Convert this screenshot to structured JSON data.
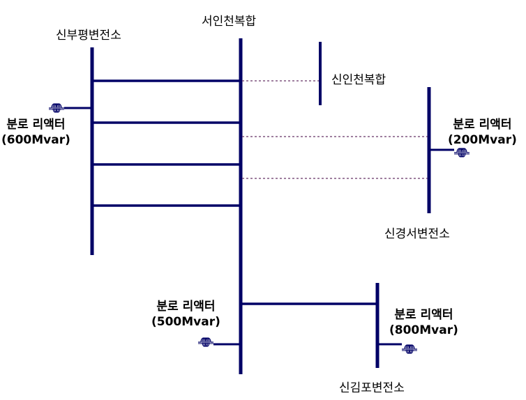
{
  "colors": {
    "bus": "#000066",
    "planned": "#663366",
    "text": "#000000"
  },
  "substations": {
    "sinbupyeong": "신부평변전소",
    "seoincheon": "서인천복합",
    "sinincheon": "신인천복합",
    "singyeongseo": "신경서변전소",
    "singimpo": "신김포변전소"
  },
  "reactors": {
    "r600": {
      "name": "분로 리액터",
      "rating": "(600Mvar)"
    },
    "r200": {
      "name": "분로 리액터",
      "rating": "(200Mvar)"
    },
    "r500": {
      "name": "분로 리액터",
      "rating": "(500Mvar)"
    },
    "r800": {
      "name": "분로 리액터",
      "rating": "(800Mvar)"
    }
  },
  "icons": {
    "reactor": "coil-icon"
  }
}
